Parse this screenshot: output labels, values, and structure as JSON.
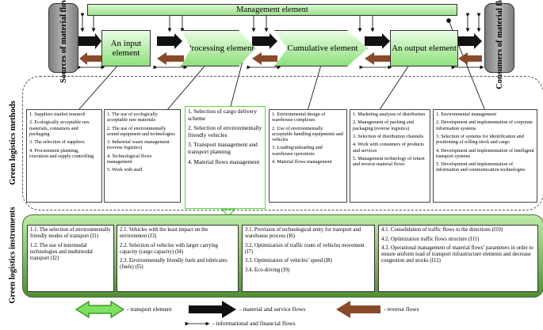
{
  "management": "Management element",
  "sources": "Sources of material flows",
  "consumers": "Consumers of material flows",
  "elements": {
    "input": "An input element",
    "processing": "Processing element",
    "cumulative": "Cumulative element",
    "output": "An output element"
  },
  "methods_label": "Green logistics methods",
  "instruments_label": "Green logistics instruments",
  "methods": [
    [
      "1. Suppliers market research",
      "2. Ecologically acceptable raw materials, containers and packaging",
      "3. The selection of suppliers",
      "4. Procurement planning, execution and supply controlling"
    ],
    [
      "1. The use of ecologically acceptable raw materials",
      "2. The use of environmentally sound equipment and technologies",
      "3. Industrial waste management (reverse logistics)",
      "4. Technological flows management",
      "5. Work with staff"
    ],
    [
      "1. Selection of cargo delivery scheme",
      "2. Selection of environmentally friendly vehicles",
      "3. Transport management and transport planning",
      "4. Material flows management"
    ],
    [
      "1. Environmental design of warehouse complexes",
      "2. Use of environmentally acceptable handling equipments and vehicles",
      "3. Loading/unloading and warehouse operations",
      "4. Material flows management"
    ],
    [
      "1. Marketing analyses of distribution",
      "2. Management of packing and packaging (reverse logistics)",
      "3. Selection of distribution channels",
      "4. Work with consumers of products and services",
      "5. Management technology of return and reverse material flows"
    ],
    [
      "1. Environmental management",
      "2. Development and implementation of corporate information systems",
      "3. Selection of systems for identification and positioning of rolling stock and cargo",
      "4. Development and implementation of intelligent transport systems",
      "5. Development and implementation of information and communication technologies"
    ]
  ],
  "instruments": [
    [
      "1.1. The selection of environmentally friendly modes of transport (I1)",
      "1.2. The use of intermodal technologies and multimodal transport (I2)"
    ],
    [
      "2.1. Vehicles with the least impact on the environment (I3)",
      "2.2. Selection of vehicles with larger carrying capacity (cargo capacity) (I4)",
      "2.3. Environmentally friendly fuels and lubricants (fuels) (I5)"
    ],
    [
      "3.1. Provision of technological unity for transport and warehouse process (I6)",
      "3.2. Optimization of traffic route of vehicles movement (I7)",
      "3.3. Optimization of vehicles’ speed (I8)",
      "3.4. Eco-driving (I9)"
    ],
    [
      "4.1. Consolidation of traffic flows to the directions (I10)",
      "4.2. Optimization traffic flows structure (I11)",
      "4.3. Operational management of material flows’ parameters in order to ensure uniform load of transport infrastructure elements and decrease congestion and stocks (I12)"
    ]
  ],
  "legend": {
    "transport": "- transport element",
    "material": "- material and service flows",
    "reverse": "- reverse flows",
    "info": "- informational and financial flows"
  },
  "colors": {
    "transport_green": "#5bd63a",
    "material_black": "#111111",
    "reverse_brown": "#8a4a2a",
    "instrument_band": "#4f8f34"
  }
}
